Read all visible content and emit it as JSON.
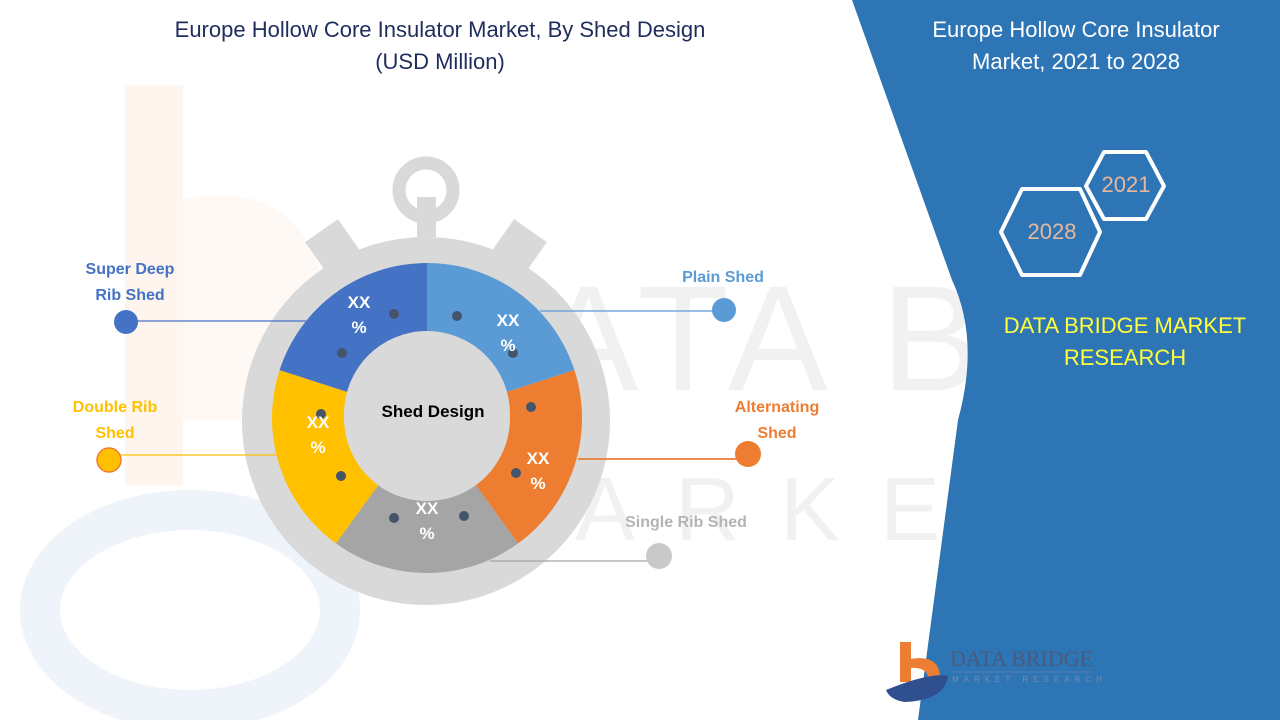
{
  "header": {
    "title_line1": "Europe Hollow Core Insulator Market, By Shed Design",
    "title_line2": "(USD Million)"
  },
  "side_panel": {
    "title_line1": "Europe Hollow Core Insulator",
    "title_line2": "Market, 2021 to 2028",
    "hex_years": [
      "2021",
      "2028"
    ],
    "brand_line1": "DATA BRIDGE MARKET",
    "brand_line2": "RESEARCH",
    "logo_text": "DATA BRIDGE",
    "logo_subtext": "MARKET RESEARCH",
    "background_color": "#2e75b6",
    "brand_color": "#ffff3b"
  },
  "chart_data": {
    "type": "pie",
    "title": "Europe Hollow Core Insulator Market, By Shed Design (USD Million)",
    "center_label": "Shed Design",
    "categories": [
      "Plain Shed",
      "Alternating Shed",
      "Single Rib Shed",
      "Double Rib Shed",
      "Super Deep Rib Shed"
    ],
    "values": [
      "XX %",
      "XX %",
      "XX %",
      "XX %",
      "XX %"
    ],
    "colors": [
      "#5b9bd5",
      "#ed7d31",
      "#a5a5a5",
      "#ffc000",
      "#4472c4"
    ],
    "label_colors": [
      "#5b9bd5",
      "#ed7d31",
      "#b4b4b4",
      "#ffc000",
      "#4472c4"
    ],
    "donut": true,
    "legend_position": "around"
  },
  "segments": [
    {
      "label_line1": "Plain Shed",
      "label_line2": "",
      "pct_line1": "XX",
      "pct_line2": "%"
    },
    {
      "label_line1": "Alternating",
      "label_line2": "Shed",
      "pct_line1": "XX",
      "pct_line2": "%"
    },
    {
      "label_line1": "Single Rib Shed",
      "label_line2": "",
      "pct_line1": "XX",
      "pct_line2": "%"
    },
    {
      "label_line1": "Double Rib",
      "label_line2": "Shed",
      "pct_line1": "XX",
      "pct_line2": "%"
    },
    {
      "label_line1": "Super Deep",
      "label_line2": "Rib Shed",
      "pct_line1": "XX",
      "pct_line2": "%"
    }
  ]
}
